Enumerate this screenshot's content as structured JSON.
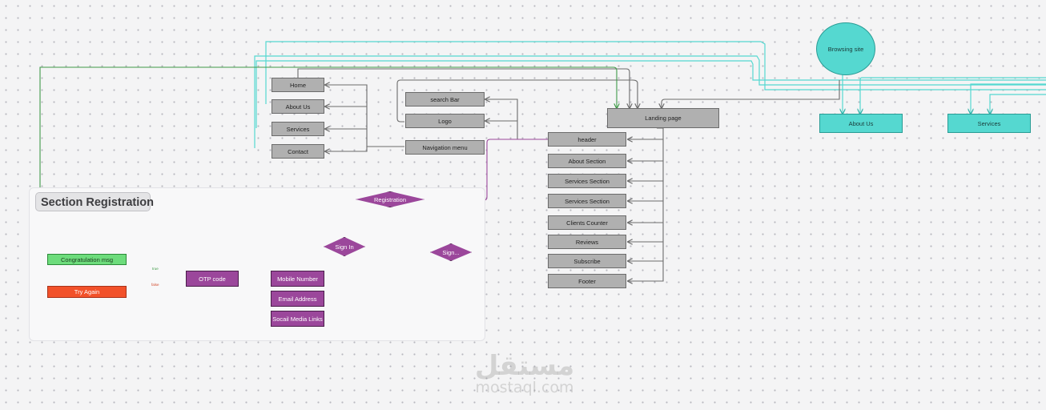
{
  "panel": {
    "title": "Section Registration"
  },
  "nodes": {
    "browsing_site": "Browsing  site",
    "landing_page": "Landing page",
    "about_us_top": "About Us",
    "services_top": "Services",
    "header": "header",
    "about_section": "About Section",
    "services_section_1": "Services Section",
    "services_section_2": "Services Section",
    "clients_counter": "Clients Counter",
    "reviews": "Reviews",
    "subscribe": "Subscribe",
    "footer": "Footer",
    "search_bar": "search Bar",
    "logo": "Logo",
    "navigation_menu": "Navigation menu",
    "nav_home": "Home",
    "nav_about": "About Us",
    "nav_services": "Services",
    "nav_contact": "Contact",
    "registration": "Registration",
    "sign_in": "Sign In",
    "sign_up": "Sign...",
    "mobile_number": "Mobile Number",
    "email_address": "Email Address",
    "social_media": "Socail Media Links",
    "otp_code": "OTP code",
    "congratulation": "Congratulation msg",
    "try_again": "Try Again"
  },
  "edge_labels": {
    "true_label": "true",
    "false_label": "false"
  },
  "watermark": {
    "arabic": "مستقل",
    "latin": "mostaql.com"
  },
  "colors": {
    "teal": "#55d8d0",
    "purple": "#9b479b",
    "green_edge": "#3f9a48",
    "red_edge": "#d24a2c",
    "gray_edge": "#6b6b6b"
  }
}
